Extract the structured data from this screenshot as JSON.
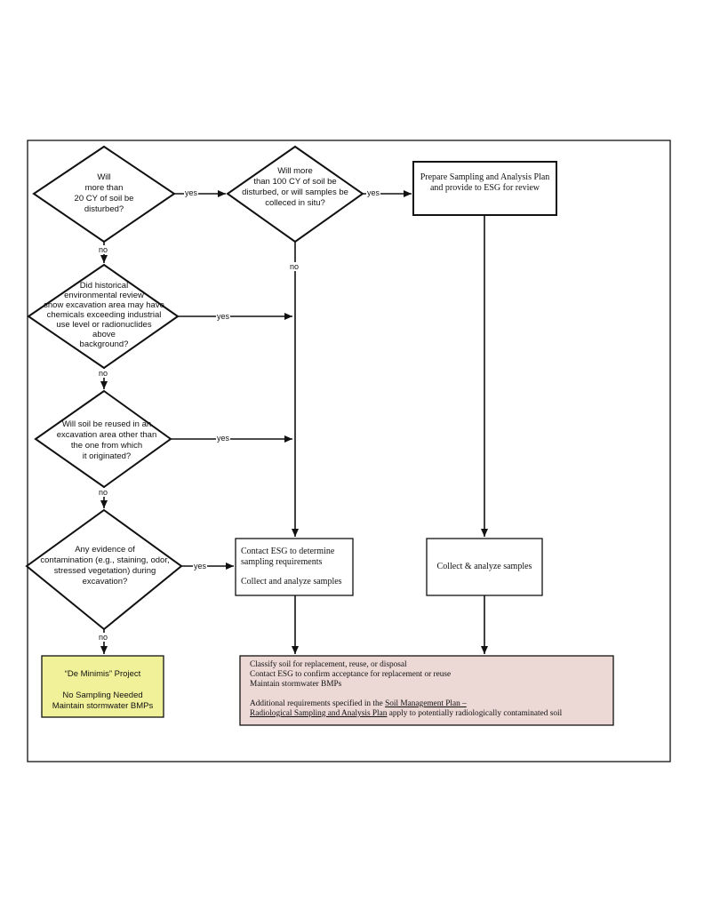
{
  "decisions": {
    "q1": [
      "Will",
      "more than",
      "20 CY of soil be",
      "disturbed?"
    ],
    "q2": [
      "Will more",
      "than 100 CY of soil be",
      "disturbed, or will samples be",
      "colleced in situ?"
    ],
    "q3": [
      "Did historical",
      "environmental review",
      "show excavation area may have",
      "chemicals exceeding industrial",
      "use level or radionuclides",
      "above",
      "background?"
    ],
    "q4": [
      "Will soil be reused in an",
      "excavation area other than",
      "the one from which",
      "it originated?"
    ],
    "q5": [
      "Any evidence of",
      "contamination (e.g., staining, odor,",
      "stressed vegetation) during",
      "excavation?"
    ]
  },
  "labels": {
    "yes": "yes",
    "no": "no"
  },
  "boxes": {
    "prepare_plan": [
      "Prepare Sampling and Analysis Plan",
      "and provide to ESG for review"
    ],
    "contact_esg": {
      "line1": "Contact ESG to determine",
      "line2": "sampling requirements",
      "line3": "Collect and analyze samples"
    },
    "collect_analyze": "Collect & analyze samples",
    "de_minimis": {
      "title": "“De Minimis” Project",
      "line2": "No Sampling Needed",
      "line3": "Maintain stormwater BMPs"
    },
    "classify": {
      "line1": "Classify soil for replacement, reuse, or disposal",
      "line2": "Contact ESG to confirm acceptance for replacement or reuse",
      "line3": "Maintain stormwater BMPs",
      "add_prefix": "Additional requirements specified in the ",
      "add_link": "Soil Management Plan –",
      "add_link2": "Radiological Sampling and Analysis Plan",
      "add_suffix": "  apply to potentially radiologically contaminated soil"
    }
  },
  "colors": {
    "de_minimis_fill": "#f1f19a",
    "classify_fill": "#ecd9d6",
    "line": "#111111"
  }
}
